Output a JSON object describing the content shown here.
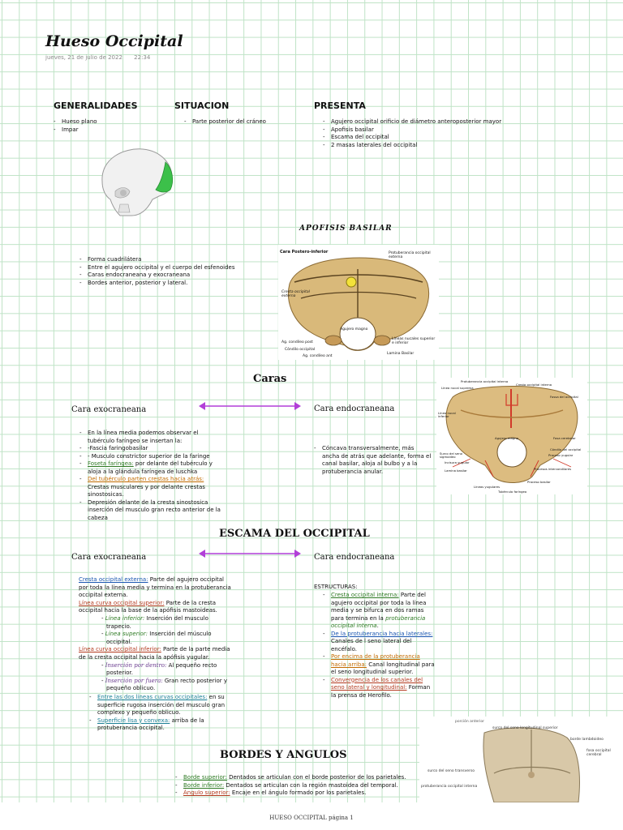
{
  "header": {
    "title": "Hueso Occipital",
    "date": "jueves, 21 de julio de 2022",
    "time": "22:34"
  },
  "generalidades": {
    "heading": "GENERALIDADES",
    "items": [
      "Hueso plano",
      "Impar"
    ]
  },
  "situacion": {
    "heading": "SITUACION",
    "items": [
      "Parte posterior del cráneo"
    ]
  },
  "presenta": {
    "heading": "PRESENTA",
    "items": [
      "Agujero occipital orificio de diámetro anteroposterior mayor",
      "Apofisis basilar",
      "Escama del occipital",
      "2 masas laterales del occipital"
    ]
  },
  "apofisis": {
    "heading": "APOFISIS BASILAR",
    "items": [
      "Forma cuadrilátera",
      "Entre el agujero occipital y el cuerpo del esfenoides",
      "Caras endocraneana y exocraneana",
      "Bordes anterior, posterior y lateral."
    ],
    "figure_labels": {
      "cara": "Cara Postero-inferior",
      "protuberancia": "Protuberancia occipital externa",
      "cresta": "Cresta occipital externa",
      "agujero": "Agujero magno",
      "lineas": "Líneas nucales superior e inferior",
      "ag_condileo_post": "Ag. condileo post",
      "condilo": "Cóndilo occipital",
      "ag_condileo_ant": "Ag. condileo ant",
      "lamina": "Lamina Basilar"
    }
  },
  "caras": {
    "heading": "Caras",
    "exo_heading": "Cara exocraneana",
    "endo_heading": "Cara endocraneana",
    "exo_items": [
      {
        "pre": "",
        "link": "",
        "post": "En la línea media podemos observar el tubérculo faríngeo se insertan la:"
      },
      {
        "pre": "",
        "link": "",
        "post": "-Fascia faringobasilar"
      },
      {
        "pre": "",
        "link": "",
        "post": "- Musculo constrictor superior de la faringe"
      },
      {
        "pre": "",
        "link": "Foseta faríngea:",
        "post": " por delante del tubérculo y aloja a la glándula faríngea de luschka"
      },
      {
        "pre": "",
        "link": "Del tubérculo parten crestas hacia atrás:",
        "post": " Crestas musculares y por delante crestas sinostosicas."
      },
      {
        "pre": "",
        "link": "",
        "post": "Depresión delante de la cresta sinostosica inserción del musculo gran recto anterior de la cabeza"
      }
    ],
    "endo_items": [
      "Cóncava transversalmente, más ancha de atrás que adelante, forma el canal basilar, aloja al bulbo y a la protuberancia anular."
    ],
    "figure_labels": {
      "protuberancia_interna": "Protuberancia occipital interna",
      "cresta_interna": "Cresta occipital interna",
      "linea_nucal": "Línea nucal suprema",
      "fossa": "Fossa del occipital",
      "linea_inferior": "Línea nucal inferior",
      "agujero": "Agujero magno",
      "fosa_cerebelar": "Fosa cerebelar",
      "condilo": "Cóndilo del occipital",
      "proceso_yugular": "Proceso yugular",
      "surco": "Surco del seno sigmoideo",
      "procesos": "Procesos intercondilares",
      "lamina": "Lamina basilar",
      "proceso_basilar": "Proceso basilar",
      "lineas": "Líneas yugulares",
      "tuberculo": "Tubérculo faríngeo",
      "incisura": "Incisura yugular"
    }
  },
  "escama": {
    "heading": "ESCAMA DEL OCCIPITAL",
    "exo_heading": "Cara exocraneana",
    "endo_heading": "Cara endocraneana",
    "exo_blocks": [
      {
        "link": "Cresta occipital externa:",
        "text": " Parte del agujero occipital por toda la línea media y termina en la protuberancia occipital externa."
      },
      {
        "link": "Línea curva occipital superior:",
        "text": " Parte de la cresta occipital hacia la base de la apófisis mastoideas."
      },
      {
        "sub_link": "Línea inferior:",
        "text": " Inserción del musculo trapecio."
      },
      {
        "sub_link": "Línea superior:",
        "text": " Inserción del músculo occipital."
      },
      {
        "link": "Línea curva occipital inferior:",
        "text": " Parte de la parte media de la cresta occipital hacia la apófisis yugular."
      },
      {
        "sub_link": "Inserción por dentro:",
        "text": " Al pequeño recto posterior."
      },
      {
        "sub_link": "Inserción por fuera:",
        "text": " Gran recto posterior y pequeño oblicuo."
      }
    ],
    "exo_bullets": [
      {
        "link": "Entre las dos líneas curvas occipitales:",
        "text": " en su superficie rugosa inserción del musculo gran complexo y pequeño oblicuo."
      },
      {
        "link": "Superficie lisa y convexa:",
        "text": " arriba de la protuberancia occipital."
      }
    ],
    "estructuras_label": "ESTRUCTURAS:",
    "endo_items": [
      {
        "link": "Cresta occipital interna:",
        "text": " Parte del agujero occipital por toda la línea media y se bifurca en dos ramas para termina en la ",
        "tail": "protuberancia occipital interna",
        "end": "."
      },
      {
        "link": "De la protuberancia hacia laterales:",
        "text": " Canales de l seno lateral del encéfalo.",
        "tail": "",
        "end": ""
      },
      {
        "link": "Por encima de la protuberancia hacia arriba:",
        "text": " Canal longitudinal para el seno longitudinal superior.",
        "tail": "",
        "end": ""
      },
      {
        "link": "Convergencia de los canales del seno lateral y longitudinal:",
        "text": " Forman la prensa de Herofilo.",
        "tail": "",
        "end": ""
      }
    ]
  },
  "bordes": {
    "heading": "BORDES Y ANGULOS",
    "items": [
      {
        "link": "Borde superior:",
        "text": " Dentados se articulan con el borde posterior de los parietales."
      },
      {
        "link": "Borde inferior:",
        "text": " Dentados se articulan con la región mastoidea del temporal."
      },
      {
        "link": "Ángulo superior:",
        "text": " Encaje en el ángulo formado por los parietales."
      }
    ],
    "figure_labels": {
      "top": "porción anterior",
      "surco_long": "surco del seno longitudinal superior",
      "borde": "borde lambdoideo",
      "fosa": "fosa occipital cerebral",
      "surco_trans": "surco del seno transverso",
      "protuberancia": "protuberancia occipital interna"
    }
  },
  "footer": "HUESO OCCIPITAL página 1",
  "colors": {
    "grid": "#bfe3c6",
    "arrow": "#b23fd8",
    "bone": "#d9b97a",
    "highlight": "#3cc04a"
  }
}
